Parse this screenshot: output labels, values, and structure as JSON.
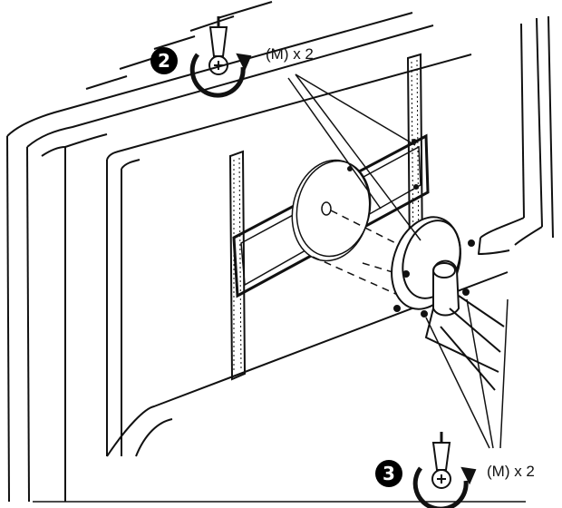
{
  "steps": [
    {
      "number": "2",
      "quantity_label": "(M) x 2",
      "icon": "screwdriver-rotate-clockwise-icon"
    },
    {
      "number": "3",
      "quantity_label": "(M) x 2",
      "icon": "screwdriver-rotate-clockwise-icon"
    }
  ],
  "colors": {
    "line": "#111111",
    "badge": "#000000",
    "background": "#ffffff"
  }
}
